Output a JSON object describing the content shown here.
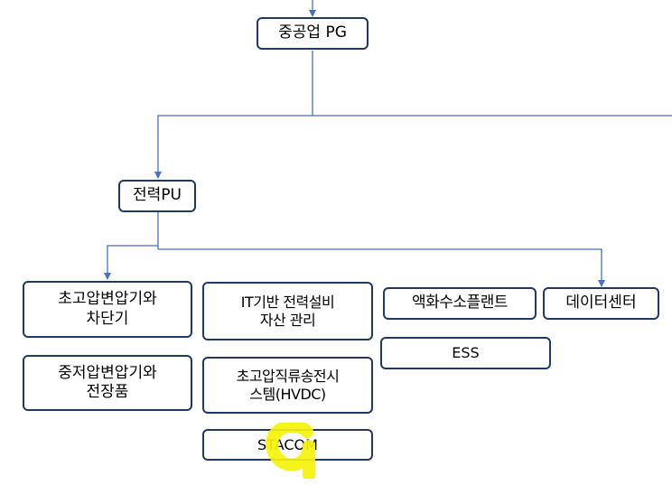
{
  "diagram": {
    "nodes": {
      "heavy_industry_pg": "중공업 PG",
      "power_pu": "전력PU",
      "ehv_transformer": "초고압변압기와\n차단기",
      "it_asset": "IT기반 전력설비\n자산 관리",
      "liquid_hydrogen": "액화수소플랜트",
      "datacenter": "데이터센터",
      "mv_transformer": "중저압변압기와\n전장품",
      "hvdc": "초고압직류송전시\n스템(HVDC)",
      "ess": "ESS",
      "statcom": "STACOM"
    },
    "colors": {
      "connector": "#4472c4",
      "box_border": "#1f3864",
      "highlight_marker": "#f5f20a"
    }
  }
}
